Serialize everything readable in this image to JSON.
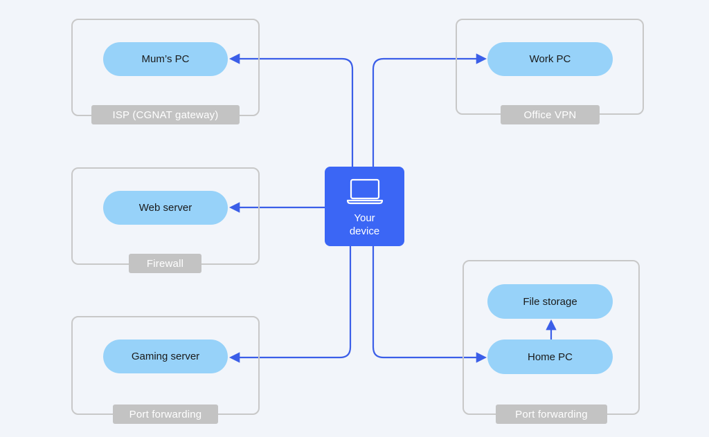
{
  "center": {
    "label": "Your\ndevice",
    "icon": "laptop-icon",
    "color": "#3b66f5"
  },
  "colors": {
    "node": "#97d2f9",
    "connector": "#3b5ee8",
    "tag": "#c3c3c3",
    "border": "#c8c8c8"
  },
  "groups": {
    "isp": {
      "node": "Mum’s PC",
      "tag": "ISP (CGNAT gateway)"
    },
    "office": {
      "node": "Work PC",
      "tag": "Office VPN"
    },
    "firewall": {
      "node": "Web server",
      "tag": "Firewall"
    },
    "gaming": {
      "node": "Gaming server",
      "tag": "Port forwarding"
    },
    "home": {
      "node_top": "File storage",
      "node_bottom": "Home PC",
      "tag": "Port forwarding"
    }
  }
}
